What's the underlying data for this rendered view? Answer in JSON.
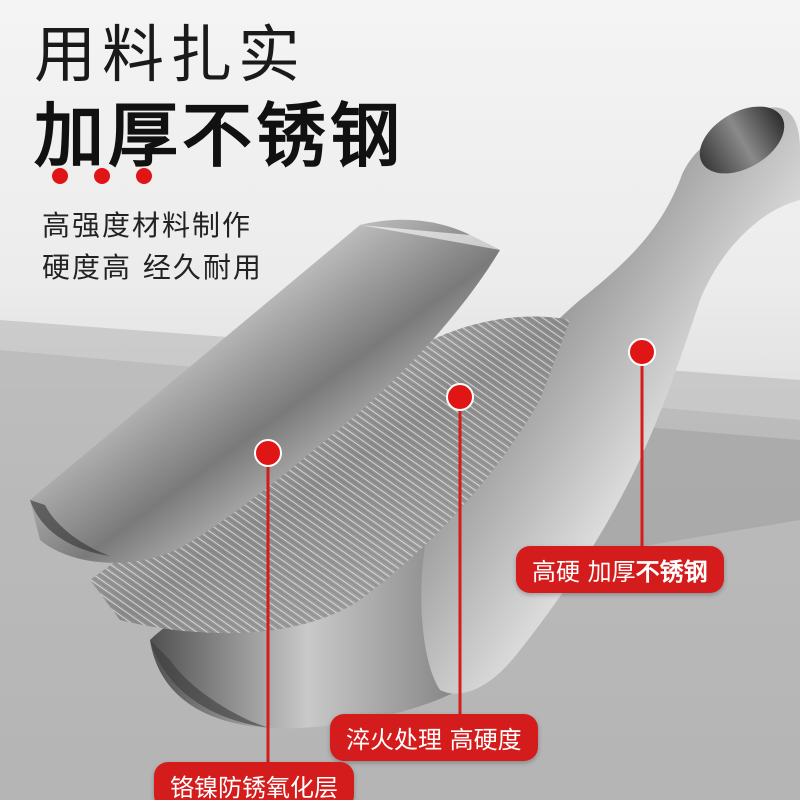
{
  "heading": {
    "line1": "用料扎实",
    "line2": "加厚不锈钢"
  },
  "subtitle": {
    "line1": "高强度材料制作",
    "line2": "硬度高 经久耐用"
  },
  "callouts": {
    "layer1_regular": "高硬 加厚",
    "layer1_bold": "不锈钢",
    "layer2": "淬火处理 高硬度",
    "layer3": "铬镍防锈氧化层"
  },
  "colors": {
    "accent": "#e01616",
    "callout_bg": "#d41c1c",
    "heading_text": "#111111"
  }
}
